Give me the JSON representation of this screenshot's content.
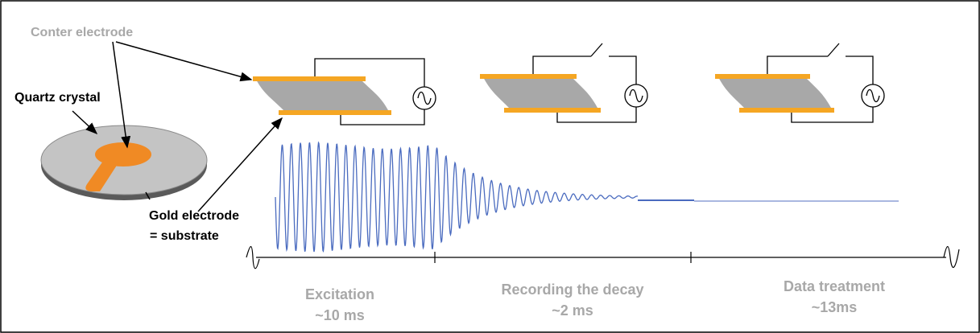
{
  "labels": {
    "center_electrode": "Conter electrode",
    "quartz_crystal": "Quartz crystal",
    "gold_electrode_line1": "Gold electrode",
    "gold_electrode_line2": "= substrate"
  },
  "phases": [
    {
      "name": "Excitation",
      "duration": "~10 ms"
    },
    {
      "name": "Recording the decay",
      "duration": "~2 ms"
    },
    {
      "name": "Data treatment",
      "duration": "~13ms"
    }
  ],
  "circuits": [
    {
      "switch": "closed"
    },
    {
      "switch": "open"
    },
    {
      "switch": "open"
    }
  ],
  "colors": {
    "gold": "#f5a623",
    "electrode_orange": "#f08a24",
    "quartz_grey": "#a8a8a8",
    "disc_grey": "#c4c4c4",
    "signal": "#4a6bbf",
    "signal_faint": "#a9b7e0",
    "phase_text": "#a8a8a8"
  },
  "icons": {
    "ac_source": "sine-wave-source-icon",
    "break_mark": "axis-break-icon"
  }
}
